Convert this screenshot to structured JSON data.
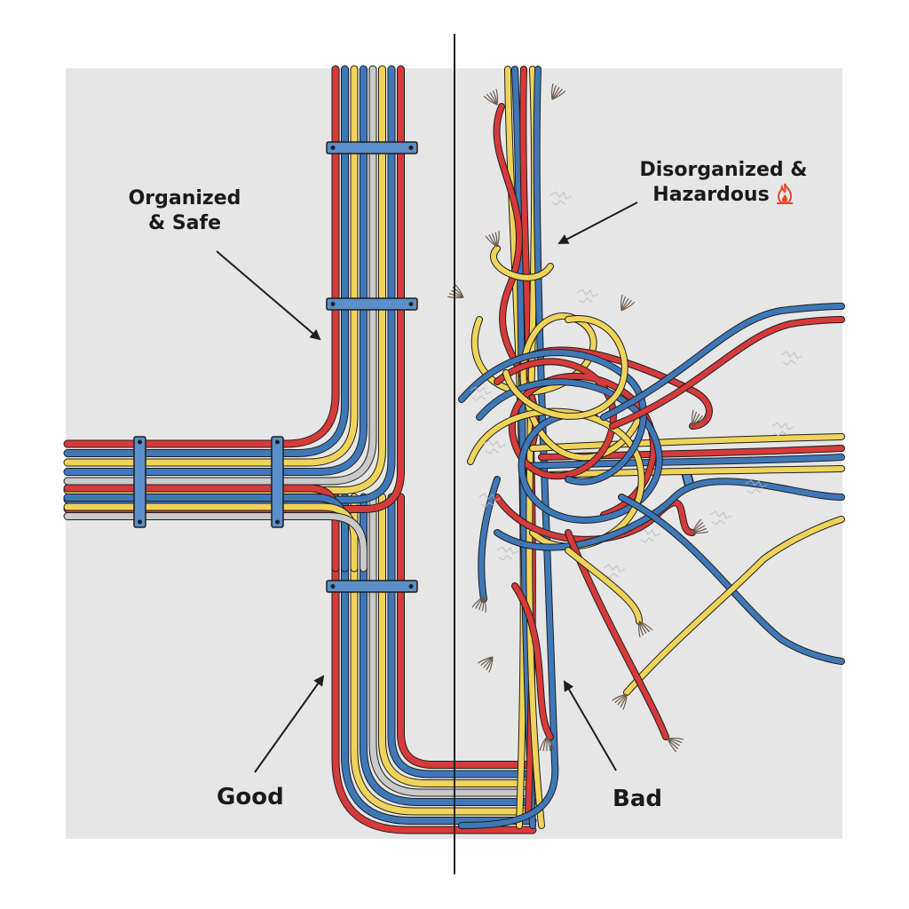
{
  "labels": {
    "organized_line1": "Organized",
    "organized_line2": "& Safe",
    "disorganized_line1": "Disorganized &",
    "disorganized_line2": "Hazardous",
    "good": "Good",
    "bad": "Bad"
  },
  "icons": {
    "hazard": "fire-icon"
  },
  "colors": {
    "panel": "#e6e6e6",
    "wire_red": "#d63a3a",
    "wire_blue": "#3f78b8",
    "wire_yellow": "#f0d45a",
    "wire_gray": "#c9c9c9",
    "outline": "#1e1e1e",
    "tie": "#5b8fc9",
    "fire": "#e8452a"
  }
}
